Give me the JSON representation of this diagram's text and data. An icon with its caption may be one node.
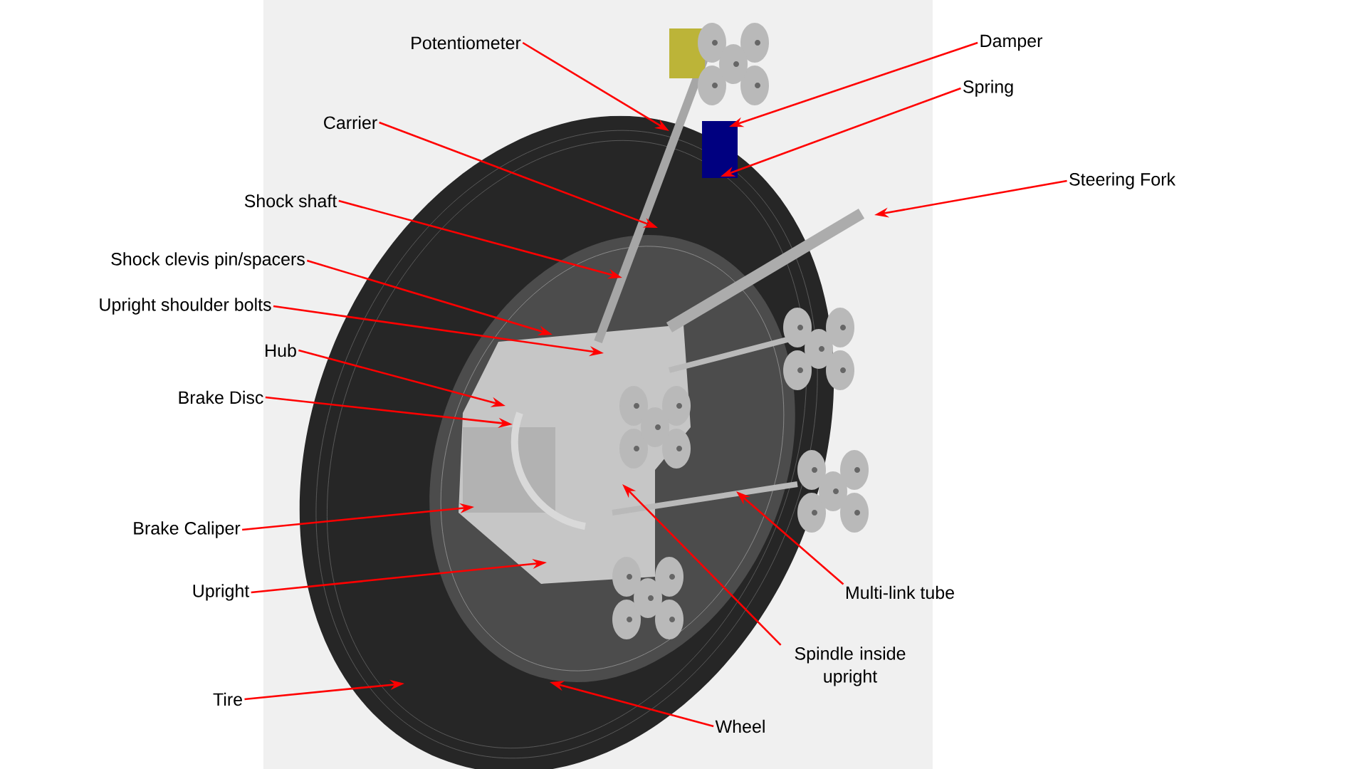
{
  "diagram": {
    "nodes": [
      {
        "text": [
          "Potentiometer"
        ]
      },
      {
        "text": [
          "Damper"
        ]
      },
      {
        "text": [
          "Spring"
        ]
      },
      {
        "text": [
          "Carrier"
        ]
      },
      {
        "text": [
          "Steering Fork"
        ]
      },
      {
        "text": [
          "Shock shaft"
        ]
      },
      {
        "text": [
          "Shock clevis pin/spacers"
        ]
      },
      {
        "text": [
          "Upright shoulder bolts"
        ]
      },
      {
        "text": [
          "Hub"
        ]
      },
      {
        "text": [
          "Brake Disc"
        ]
      },
      {
        "text": [
          "Brake Caliper"
        ]
      },
      {
        "text": [
          "Upright"
        ]
      },
      {
        "text": [
          "Multi-link tube"
        ]
      },
      {
        "text": [
          "Spindle inside upright"
        ]
      },
      {
        "text": [
          "Tire"
        ]
      },
      {
        "text": [
          "Wheel"
        ]
      },
      {
        "text": [],
        "shape": "picture"
      }
    ],
    "edges": [
      {
        "from": 0,
        "to": 16,
        "arrow": "to"
      },
      {
        "from": 1,
        "to": 16,
        "arrow": "to"
      },
      {
        "from": 2,
        "to": 16,
        "arrow": "to"
      },
      {
        "from": 3,
        "to": 16,
        "arrow": "to"
      },
      {
        "from": 4,
        "to": 16,
        "arrow": "to"
      },
      {
        "from": 5,
        "to": 16,
        "arrow": "to"
      },
      {
        "from": 6,
        "to": 16,
        "arrow": "to"
      },
      {
        "from": 7,
        "to": 16,
        "arrow": "to"
      },
      {
        "from": 8,
        "to": 16,
        "arrow": "to"
      },
      {
        "from": 9,
        "to": 16,
        "arrow": "to"
      },
      {
        "from": 10,
        "to": 16,
        "arrow": "to"
      },
      {
        "from": 11,
        "to": 16,
        "arrow": "to"
      },
      {
        "from": 12,
        "to": 16,
        "arrow": "to"
      },
      {
        "from": 13,
        "to": 16,
        "arrow": "to"
      },
      {
        "from": 14,
        "to": 16,
        "arrow": "to"
      },
      {
        "from": 15,
        "to": 16,
        "arrow": "to"
      }
    ]
  }
}
